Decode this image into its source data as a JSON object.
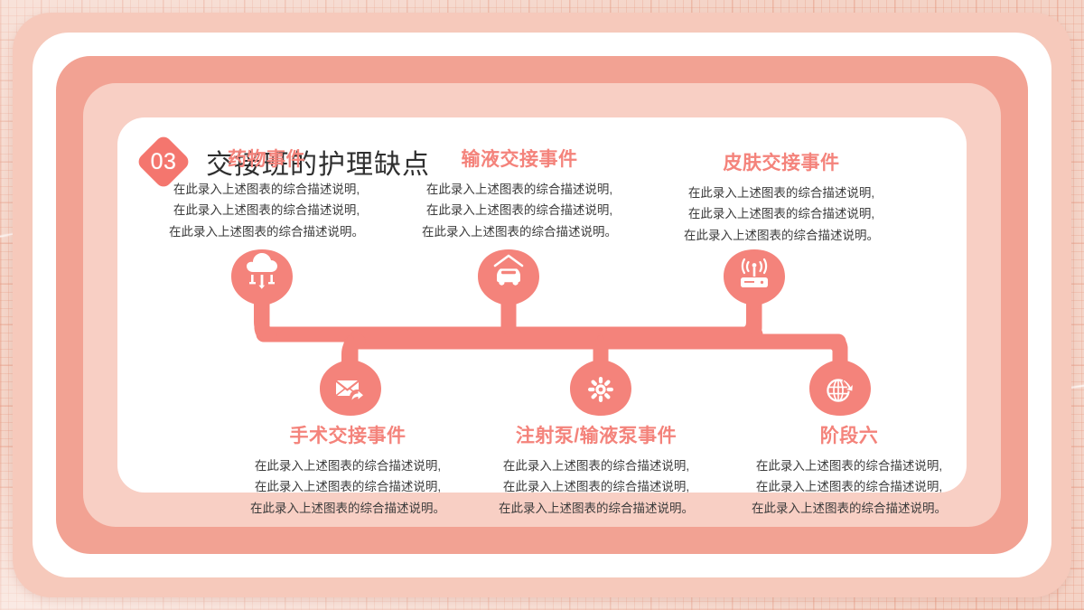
{
  "slide": {
    "section_number": "03",
    "title": "交接班的护理缺点",
    "accent_color": "#f4766e",
    "title_color": "#f4837b",
    "body_color": "#3b3b3b",
    "frame_color": "#f2a293",
    "background_color": "#f4d3c6"
  },
  "body_template": "在此录入上述图表的综合描述说明,\n在此录入上述图表的综合描述说明,\n在此录入上述图表的综合描述说明。",
  "nodes": [
    {
      "id": "node-1",
      "title": "药物事件",
      "body": "在此录入上述图表的综合描述说明,\n在此录入上述图表的综合描述说明,\n在此录入上述图表的综合描述说明。",
      "icon": "cloud-sync-icon",
      "position": "top",
      "align": "center"
    },
    {
      "id": "node-2",
      "title": "输液交接事件",
      "body": "在此录入上述图表的综合描述说明,\n在此录入上述图表的综合描述说明,\n在此录入上述图表的综合描述说明。",
      "icon": "car-garage-icon",
      "position": "top",
      "align": "center"
    },
    {
      "id": "node-3",
      "title": "皮肤交接事件",
      "body": "在此录入上述图表的综合描述说明,\n在此录入上述图表的综合描述说明,\n在此录入上述图表的综合描述说明。",
      "icon": "wifi-router-icon",
      "position": "top",
      "align": "center"
    },
    {
      "id": "node-4",
      "title": "手术交接事件",
      "body": "在此录入上述图表的综合描述说明,\n在此录入上述图表的综合描述说明,\n在此录入上述图表的综合描述说明。",
      "icon": "mail-forward-icon",
      "position": "bottom",
      "align": "center"
    },
    {
      "id": "node-5",
      "title": "注射泵/输液泵事件",
      "body": "在此录入上述图表的综合描述说明,\n在此录入上述图表的综合描述说明,\n在此录入上述图表的综合描述说明。",
      "icon": "snowflake-icon",
      "position": "bottom",
      "align": "center"
    },
    {
      "id": "node-6",
      "title": "阶段六",
      "body": "在此录入上述图表的综合描述说明,\n在此录入上述图表的综合描述说明,\n在此录入上述图表的综合描述说明。",
      "icon": "globe-arrow-icon",
      "position": "bottom",
      "align": "center"
    }
  ]
}
